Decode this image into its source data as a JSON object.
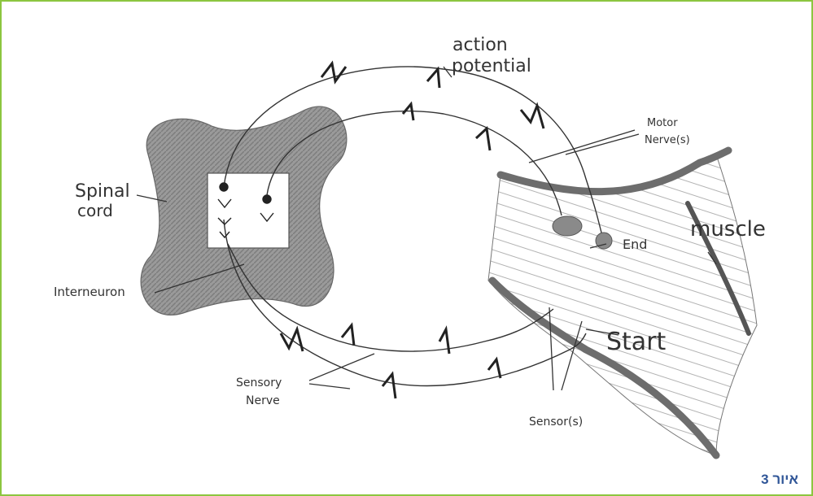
{
  "labels": {
    "action_potential_1": "action",
    "action_potential_2": "potential",
    "motor_nerve_1": "Motor",
    "motor_nerve_2": "Nerve(s)",
    "spinal_cord_1": "Spinal",
    "spinal_cord_2": "cord",
    "muscle": "muscle",
    "end": "End",
    "start": "Start",
    "interneuron": "Interneuron",
    "sensory_nerve_1": "Sensory",
    "sensory_nerve_2": "Nerve",
    "sensors": "Sensor(s)"
  },
  "caption": "איור 3",
  "colors": {
    "border": "#8cc63f",
    "caption": "#2f5597",
    "ink": "#333333"
  }
}
